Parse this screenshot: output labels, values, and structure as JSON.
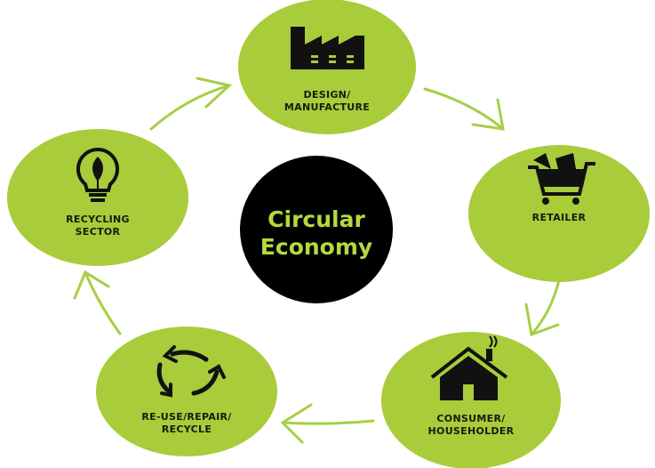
{
  "title": {
    "line1": "Circular",
    "line2": "Economy"
  },
  "colors": {
    "node": "#a8cc3a",
    "center": "#000000",
    "center_text": "#b5d83e",
    "arrow": "#a6cf45"
  },
  "nodes": [
    {
      "id": "design",
      "line1": "DESIGN/",
      "line2": "MANUFACTURE",
      "icon": "factory-icon"
    },
    {
      "id": "retailer",
      "line1": "RETAILER",
      "line2": "",
      "icon": "shopping-cart-icon"
    },
    {
      "id": "consumer",
      "line1": "CONSUMER/",
      "line2": "HOUSEHOLDER",
      "icon": "house-icon"
    },
    {
      "id": "reuse",
      "line1": "RE-USE/REPAIR/",
      "line2": "RECYCLE",
      "icon": "recycle-arrows-icon"
    },
    {
      "id": "recycling",
      "line1": "RECYCLING",
      "line2": "SECTOR",
      "icon": "lightbulb-leaf-icon"
    }
  ]
}
